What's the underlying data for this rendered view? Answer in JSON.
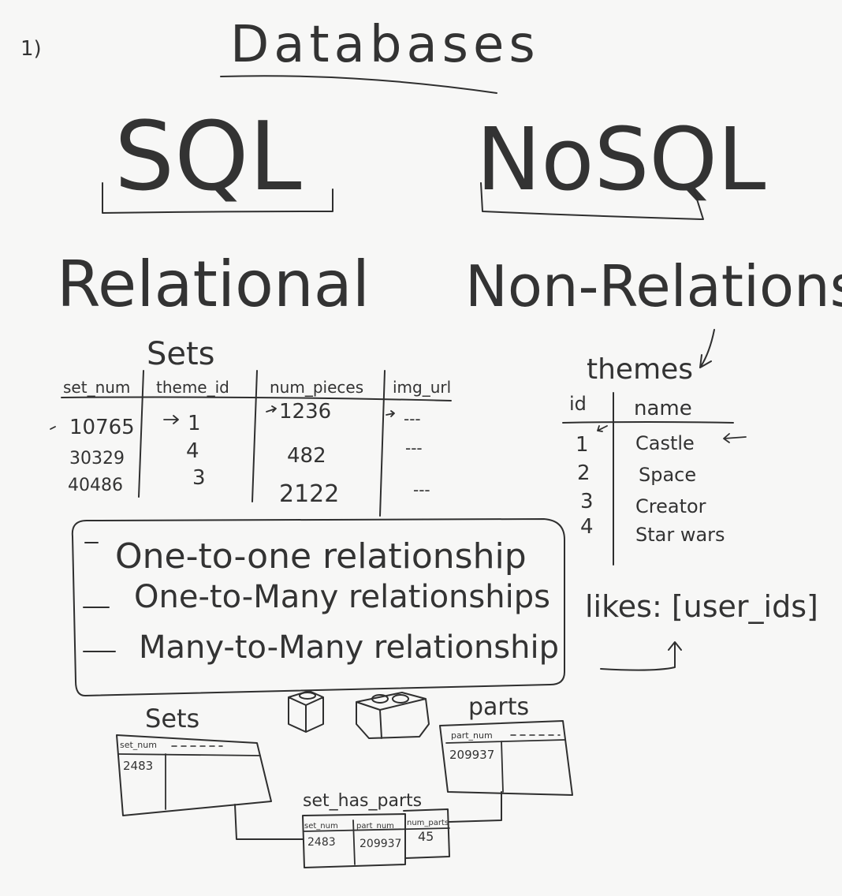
{
  "note_marker": "1)",
  "title": "Databases",
  "sql": {
    "label": "SQL",
    "subtitle": "Relational"
  },
  "nosql": {
    "label": "NoSQL",
    "subtitle": "Non-Relationship"
  },
  "sets_table": {
    "title": "Sets",
    "columns": [
      "set_num",
      "theme_id",
      "num_pieces",
      "img_url"
    ],
    "rows": [
      [
        "10765",
        "1",
        "1236",
        "---"
      ],
      [
        "30329",
        "4",
        "482",
        "---"
      ],
      [
        "40486",
        "3",
        "2122",
        "---"
      ]
    ]
  },
  "themes_table": {
    "title": "themes",
    "columns": [
      "id",
      "name"
    ],
    "rows": [
      [
        "1",
        "Castle"
      ],
      [
        "2",
        "Space"
      ],
      [
        "3",
        "Creator"
      ],
      [
        "4",
        "Star wars"
      ]
    ]
  },
  "relationships": [
    "One-to-one relationship",
    "One-to-Many relationships",
    "Many-to-Many relationship"
  ],
  "likes_label": "likes: [user_ids]",
  "join_example": {
    "sets": {
      "title": "Sets",
      "column": "set_num",
      "value": "2483"
    },
    "parts": {
      "title": "parts",
      "column": "part_num",
      "value": "209937"
    },
    "set_has_parts": {
      "title": "set_has_parts",
      "columns": [
        "set_num",
        "part_num",
        "num_parts"
      ],
      "values": [
        "2483",
        "209937",
        "45"
      ]
    }
  }
}
